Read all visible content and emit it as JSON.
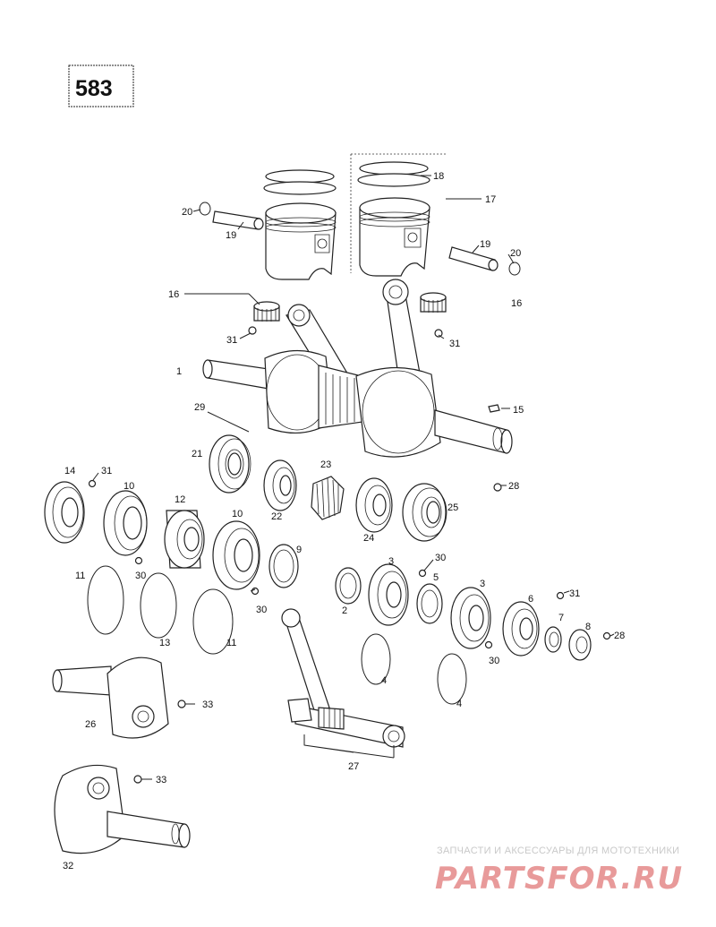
{
  "page_number": "583",
  "labels": {
    "p1": "1",
    "p2": "2",
    "p3a": "3",
    "p3b": "3",
    "p4a": "4",
    "p4b": "4",
    "p5": "5",
    "p6": "6",
    "p7": "7",
    "p8": "8",
    "p9": "9",
    "p10a": "10",
    "p10b": "10",
    "p11a": "11",
    "p11b": "11",
    "p12": "12",
    "p13": "13",
    "p14": "14",
    "p15": "15",
    "p16a": "16",
    "p16b": "16",
    "p17": "17",
    "p18": "18",
    "p19a": "19",
    "p19b": "19",
    "p20a": "20",
    "p20b": "20",
    "p21": "21",
    "p22": "22",
    "p23": "23",
    "p24": "24",
    "p25": "25",
    "p26": "26",
    "p27": "27",
    "p28a": "28",
    "p28b": "28",
    "p29": "29",
    "p30a": "30",
    "p30b": "30",
    "p30c": "30",
    "p30d": "30",
    "p31a": "31",
    "p31b": "31",
    "p31c": "31",
    "p31d": "31",
    "p32": "32",
    "p33a": "33",
    "p33b": "33"
  },
  "watermark": {
    "tagline": "ЗАПЧАСТИ И АКСЕССУАРЫ ДЛЯ МОТОТЕХНИКИ",
    "logo": "PARTSFOR.RU"
  }
}
